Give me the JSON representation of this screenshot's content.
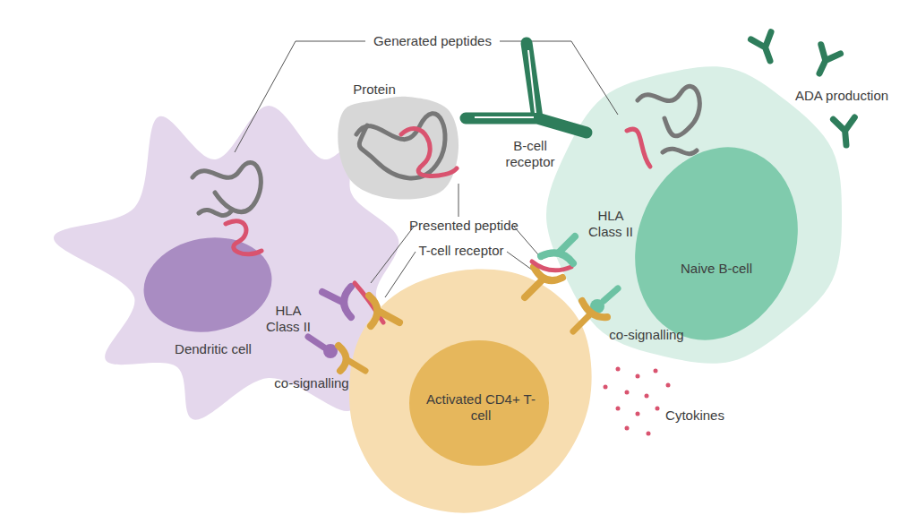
{
  "diagram": {
    "nodes": [
      {
        "text": [
          "HLA Class II",
          "Dendritic cell"
        ]
      },
      {
        "text": [
          "Protein"
        ]
      },
      {
        "text": [
          "HLA Class II",
          "Naive B-cell"
        ]
      },
      {
        "text": [
          "Activated CD4+ T-cell"
        ]
      }
    ],
    "labels": [
      "Generated peptides",
      "B-cell receptor",
      "ADA production",
      "Presented peptide",
      "T-cell receptor",
      "co-signalling",
      "co-signalling",
      "Cytokines"
    ]
  }
}
